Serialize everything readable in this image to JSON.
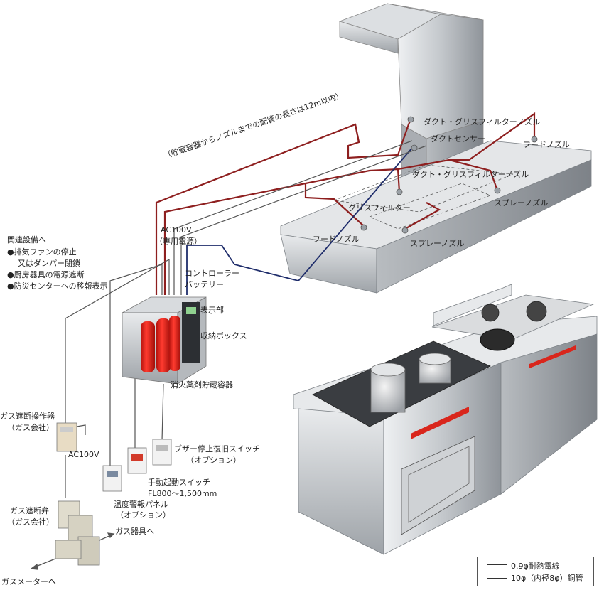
{
  "labels": {
    "pipe_length_note": "（貯蔵容器からノズルまでの配管の長さは12m以内）",
    "related_title": "関連設備へ",
    "related_1": "●排気ファンの停止",
    "related_1b": "又はダンパー閉鎖",
    "related_2": "●厨房器具の電源遮断",
    "related_3": "●防災センターへの移報表示",
    "ac100v_dedicated_1": "AC100V",
    "ac100v_dedicated_2": "（専用電源）",
    "controller": "コントローラー",
    "battery": "バッテリー",
    "display": "表示部",
    "storage_box": "収納ボックス",
    "agent_container": "消火薬剤貯蔵容器",
    "gas_operator_1": "ガス遮断操作器",
    "gas_operator_2": "（ガス会社）",
    "ac100v": "AC100V",
    "buzzer_1": "ブザー停止復旧スイッチ",
    "buzzer_2": "（オプション）",
    "manual_1": "手動起動スイッチ",
    "manual_2": "FL800～1,500mm",
    "temp_panel_1": "温度警報パネル",
    "temp_panel_2": "（オプション）",
    "gas_valve_1": "ガス遮断弁",
    "gas_valve_2": "（ガス会社）",
    "to_gas_appliance": "ガス器具へ",
    "to_gas_meter": "ガスメーターへ",
    "duct_grease_nozzle_top": "ダクト・グリスフィルターノズル",
    "duct_sensor": "ダクトセンサー",
    "hood_nozzle_right": "フードノズル",
    "duct_grease_nozzle_mid": "ダクト・グリスフィルターノズル",
    "grease_filter": "グリスフィルター",
    "spray_nozzle_right": "スプレーノズル",
    "hood_nozzle_left": "フードノズル",
    "spray_nozzle_bottom": "スプレーノズル"
  },
  "legend": {
    "wire": "0.9φ耐熱電線",
    "pipe": "10φ（内径8φ）銅管"
  },
  "colors": {
    "pipe_red": "#8e1f1f",
    "wire_navy": "#1f2d6b",
    "wire_gray": "#555555",
    "cylinder_red": "#e0231b",
    "steel": "#c9cccf"
  }
}
